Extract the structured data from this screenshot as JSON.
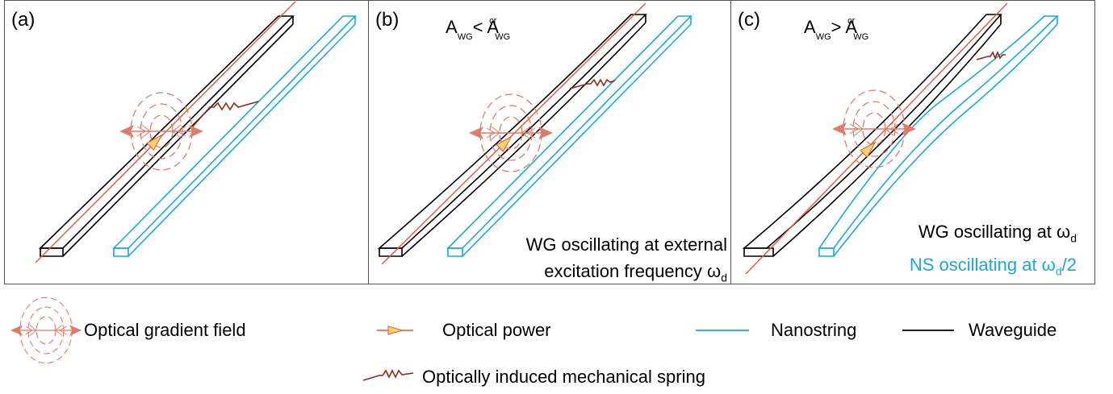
{
  "panels": [
    {
      "label": "(a)"
    },
    {
      "label": "(b)",
      "condition": {
        "base": "A",
        "sub": "WG",
        "op": "<",
        "base2": "A",
        "sup": "cr",
        "sub2": "WG"
      },
      "caption_lines": [
        "WG oscillating at external",
        "excitation frequency ω",
        "d"
      ]
    },
    {
      "label": "(c)",
      "condition": {
        "base": "A",
        "sub": "WG",
        "op": ">",
        "base2": "A",
        "sup": "cr",
        "sub2": "WG"
      },
      "caption_lines": [
        "WG oscillating at ω",
        "d"
      ],
      "caption_blue": [
        "NS oscillating at ω",
        "d",
        "/2"
      ]
    }
  ],
  "legend": {
    "gradient_field": "Optical gradient field",
    "optical_power": "Optical power",
    "nanostring": "Nanostring",
    "waveguide": "Waveguide",
    "spring": "Optically induced mechanical spring"
  },
  "colors": {
    "waveguide": "#000000",
    "nanostring": "#1aa8dc",
    "optical_power": "#e8553a",
    "gradient_field": "#e07a6a",
    "spring": "#8b2a1a",
    "arrow_fill": "#f6d36b"
  }
}
